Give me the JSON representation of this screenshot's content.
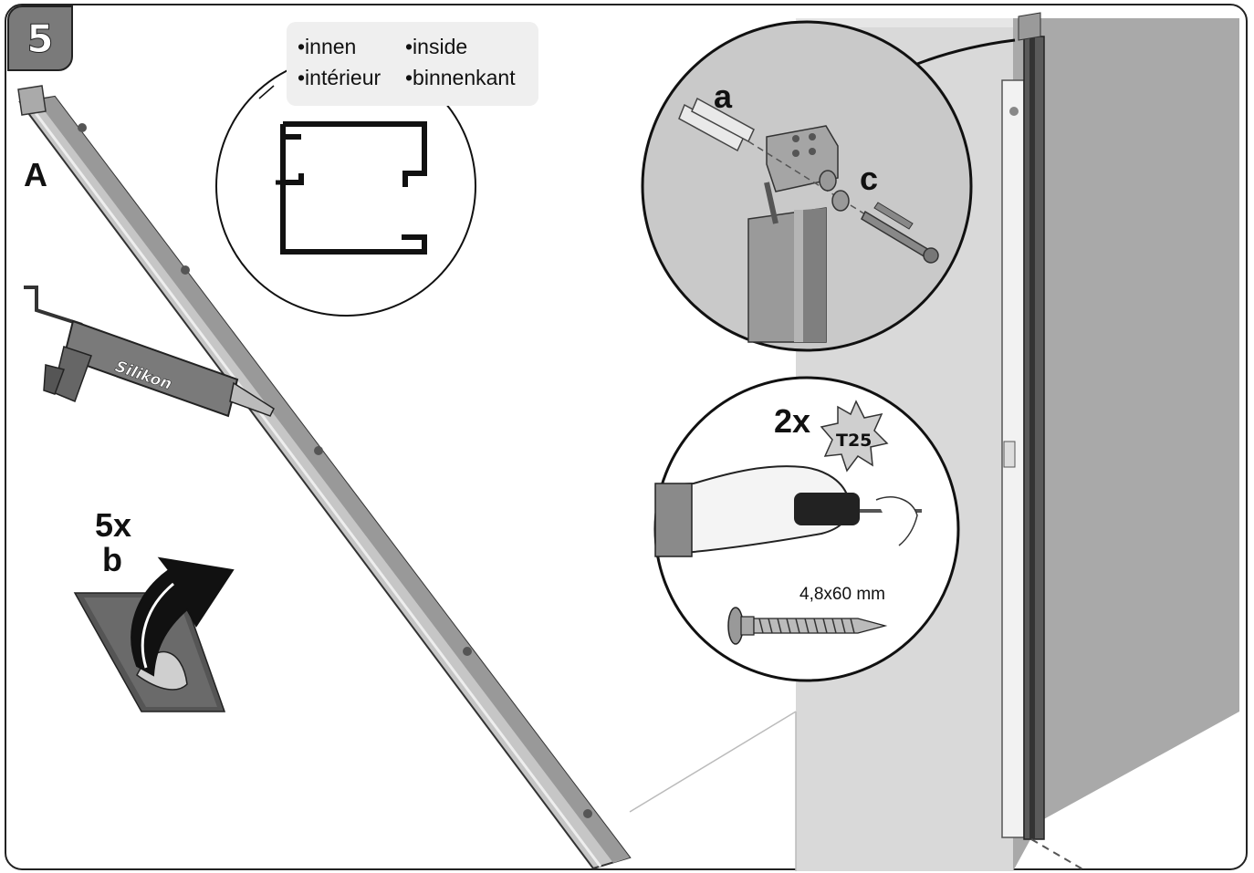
{
  "step": {
    "number": "5"
  },
  "legend": {
    "item1": "•innen",
    "item2": "•inside",
    "item3": "•intérieur",
    "item4": "•binnenkant"
  },
  "labels": {
    "part_a_main": "A",
    "part_b_count": "5x",
    "part_b": "b",
    "detail_a": "a",
    "detail_c": "c",
    "screw_count": "2x",
    "bit": "T25",
    "screw_size": "4,8x60 mm",
    "cartridge": "Silikon"
  },
  "icons": [
    "profile-cross-section-icon",
    "silicone-gun-icon",
    "adhesive-pad-icon",
    "curved-arrow-icon",
    "screwdriver-hand-icon",
    "screw-icon",
    "torx-star-icon",
    "wall-icon",
    "bracket-icon",
    "dowel-icon",
    "washer-icon"
  ],
  "colors": {
    "badge": "#7a7a7a",
    "wall": "#cfcfcf",
    "wall_dark": "#9e9e9e",
    "profile": "#b9b9b9",
    "outline": "#222222"
  }
}
